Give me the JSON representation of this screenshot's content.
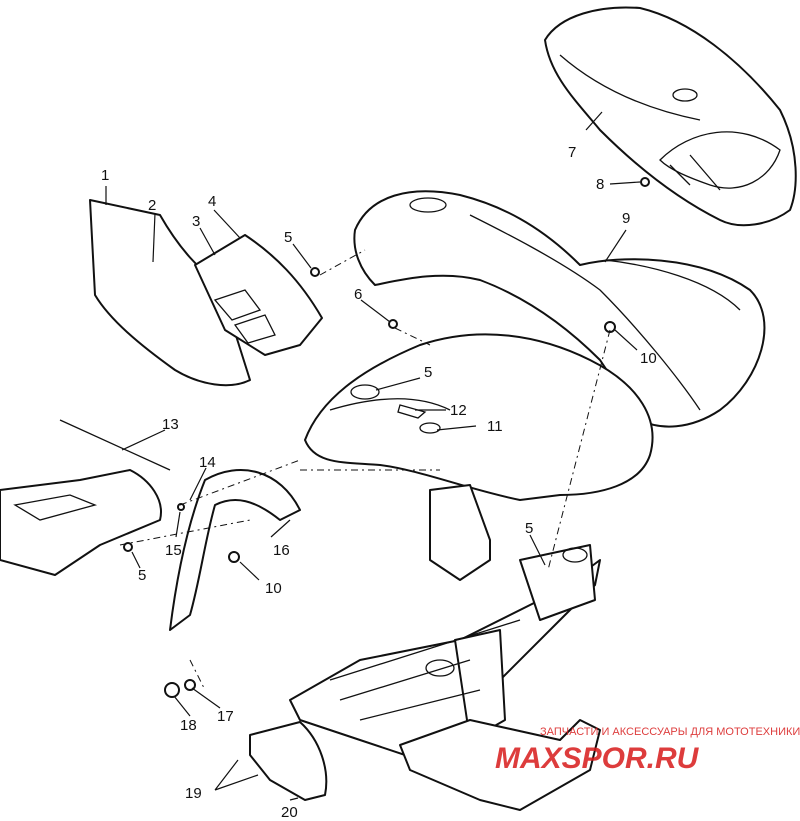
{
  "callouts": [
    "1",
    "2",
    "3",
    "4",
    "5",
    "5",
    "5",
    "5",
    "6",
    "7",
    "8",
    "9",
    "10",
    "10",
    "11",
    "12",
    "13",
    "14",
    "15",
    "16",
    "17",
    "18",
    "19",
    "20"
  ],
  "watermark": {
    "tagline": "ЗАПЧАСТИ И АКСЕССУАРЫ ДЛЯ МОТОТЕХНИКИ",
    "brand": "MAXSPOR.RU",
    "color": "#d81b1b"
  }
}
